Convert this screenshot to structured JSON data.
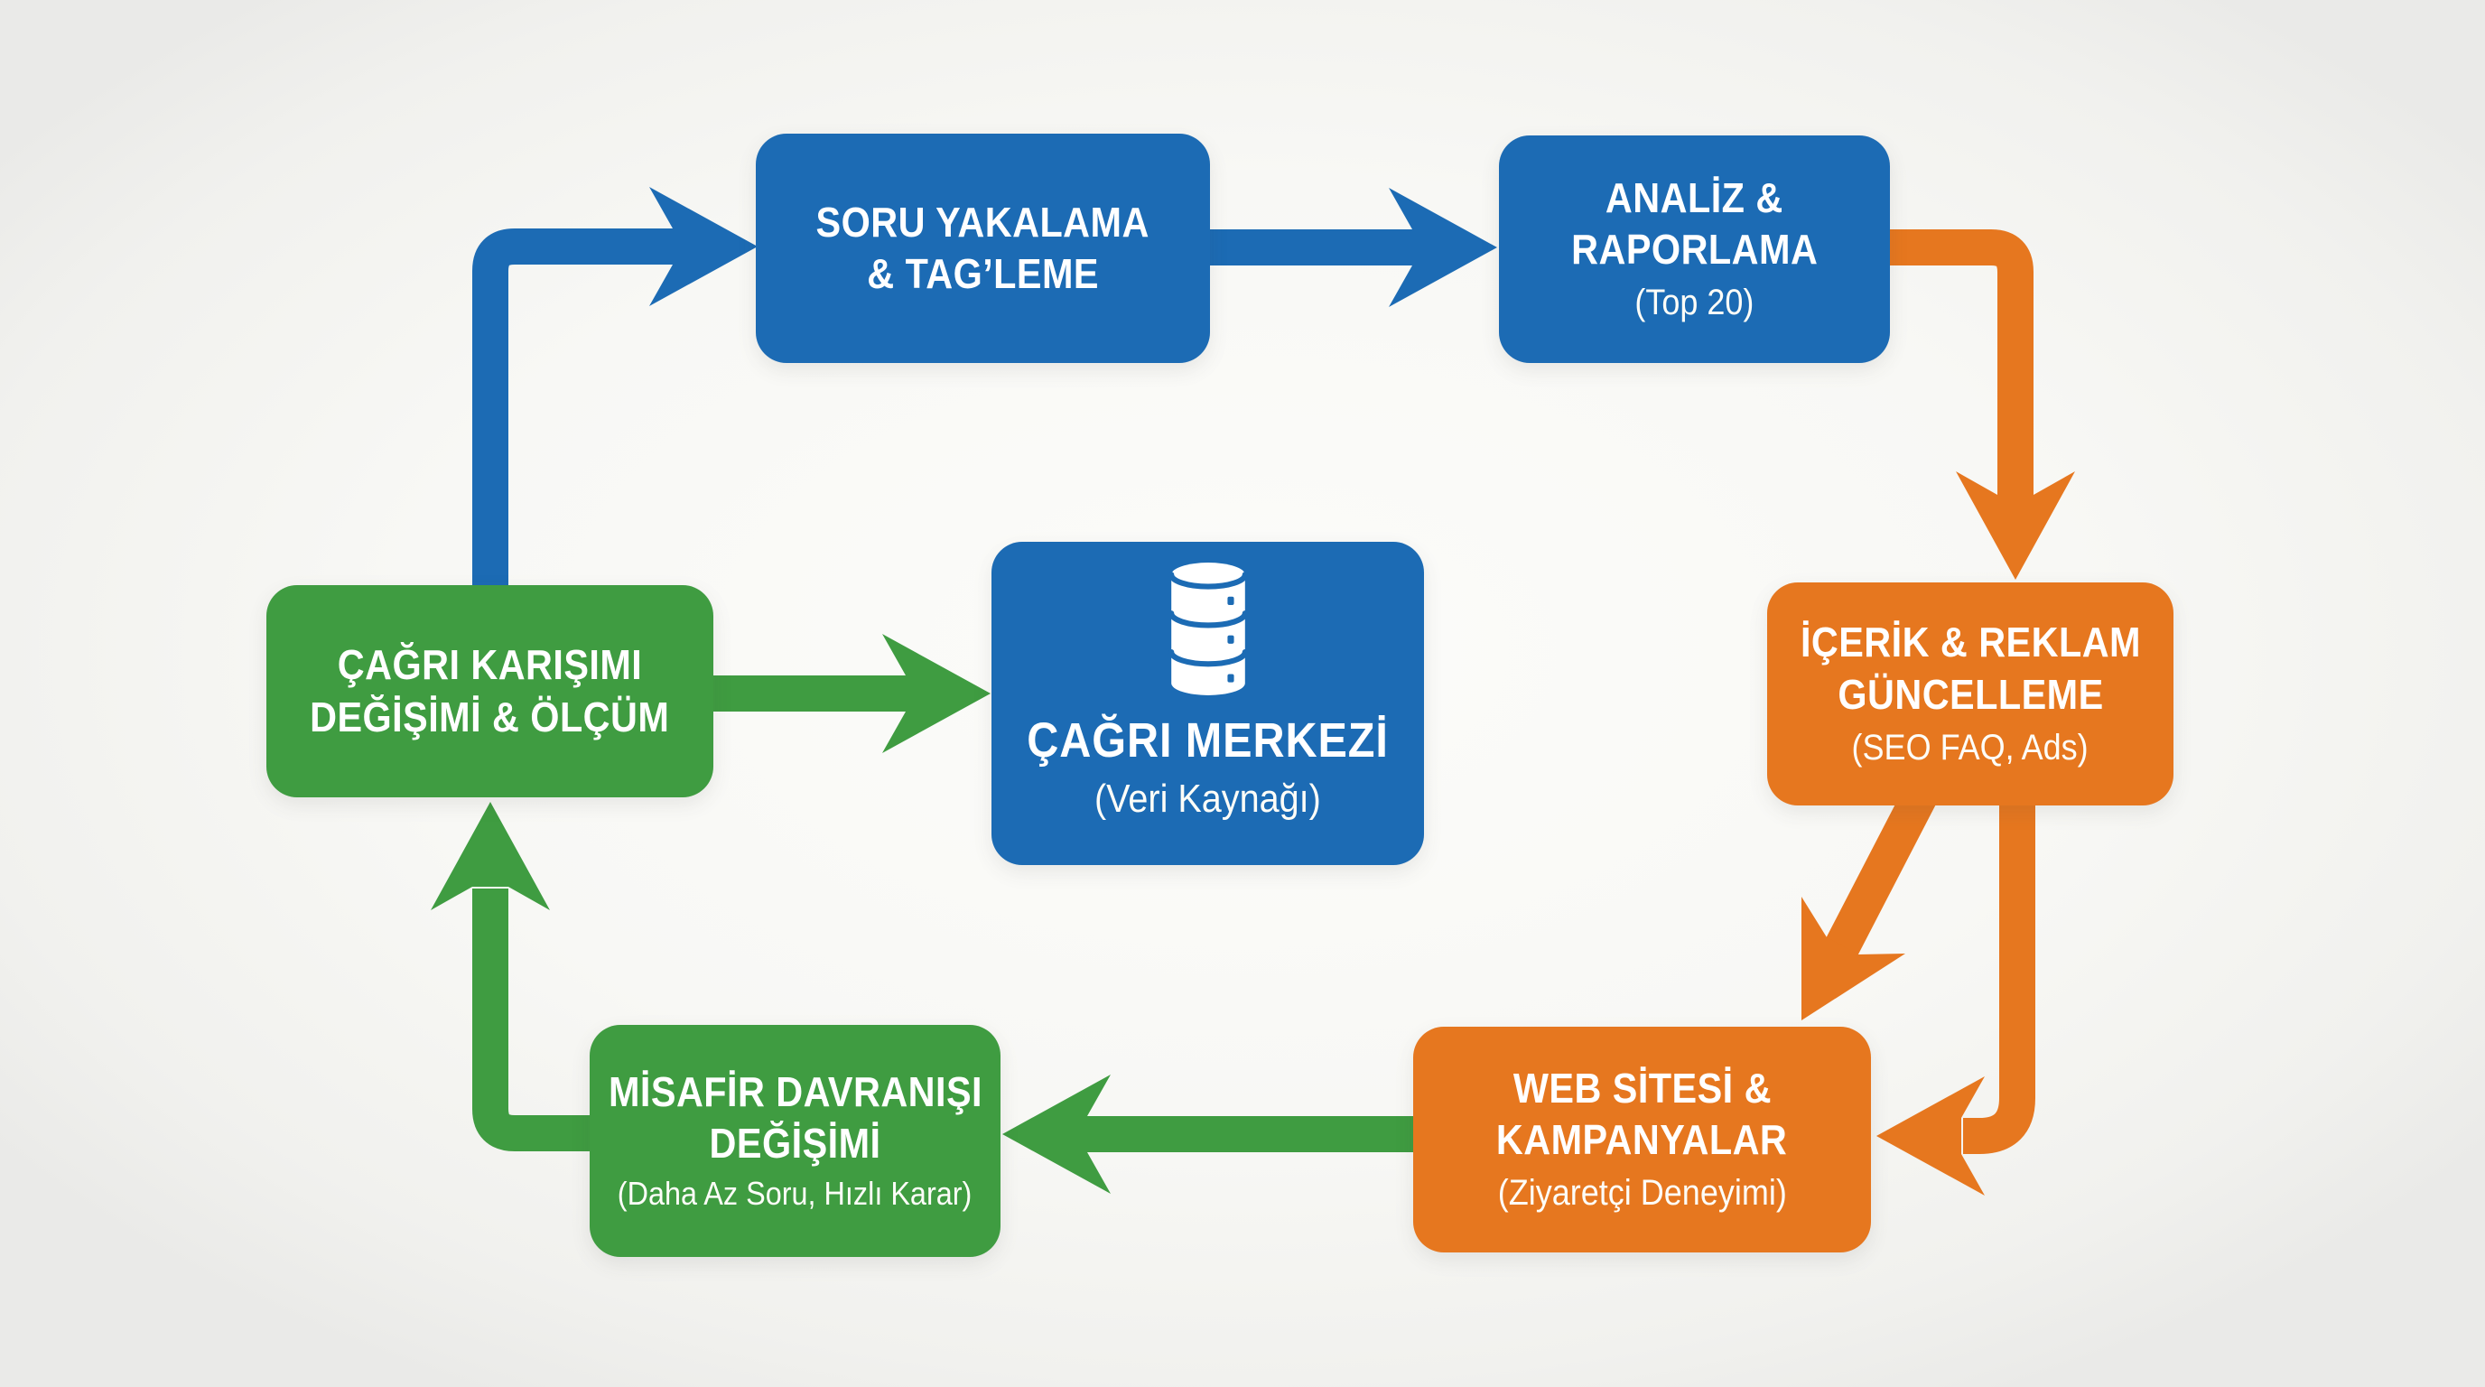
{
  "colors": {
    "blue": "#1c6bb4",
    "orange": "#e6771f",
    "green": "#3f9c41",
    "text": "#ffffff",
    "background": "#f8f8f5"
  },
  "nodes": {
    "soru_yakalama": {
      "line1": "SORU YAKALAMA",
      "line2": "& TAG’LEME"
    },
    "analiz_raporlama": {
      "line1": "ANALİZ &",
      "line2": "RAPORLAMA",
      "sub": "(Top 20)"
    },
    "icerik_reklam": {
      "line1": "İÇERİK & REKLAM",
      "line2": "GÜNCELLEME",
      "sub": "(SEO FAQ, Ads)"
    },
    "web_sitesi": {
      "line1": "WEB SİTESİ &",
      "line2": "KAMPANYALAR",
      "sub": "(Ziyaretçi Deneyimi)"
    },
    "misafir_davranisi": {
      "line1": "MİSAFİR DAVRANIŞI",
      "line2": "DEĞİŞİMİ",
      "sub": "(Daha Az Soru, Hızlı Karar)"
    },
    "cagri_karisimi": {
      "line1": "ÇAĞRI KARIŞIMI",
      "line2": "DEĞİŞİMİ & ÖLÇÜM"
    },
    "cagri_merkezi": {
      "icon": "database-icon",
      "line1": "ÇAĞRI MERKEZİ",
      "sub": "(Veri Kaynağı)"
    }
  },
  "arrows": [
    {
      "from": "cagri_karisimi",
      "to": "soru_yakalama",
      "color": "blue",
      "style": "elbow-up-right"
    },
    {
      "from": "soru_yakalama",
      "to": "analiz_raporlama",
      "color": "blue",
      "style": "straight-right"
    },
    {
      "from": "analiz_raporlama",
      "to": "icerik_reklam",
      "color": "orange",
      "style": "elbow-right-down"
    },
    {
      "from": "icerik_reklam",
      "to": "web_sitesi",
      "color": "orange",
      "style": "diagonal-down-left"
    },
    {
      "from": "icerik_reklam",
      "to": "web_sitesi",
      "color": "orange",
      "style": "elbow-down-left"
    },
    {
      "from": "web_sitesi",
      "to": "misafir_davranisi",
      "color": "green",
      "style": "straight-left"
    },
    {
      "from": "misafir_davranisi",
      "to": "cagri_karisimi",
      "color": "green",
      "style": "elbow-left-up"
    },
    {
      "from": "cagri_karisimi",
      "to": "cagri_merkezi",
      "color": "green",
      "style": "straight-right"
    }
  ]
}
